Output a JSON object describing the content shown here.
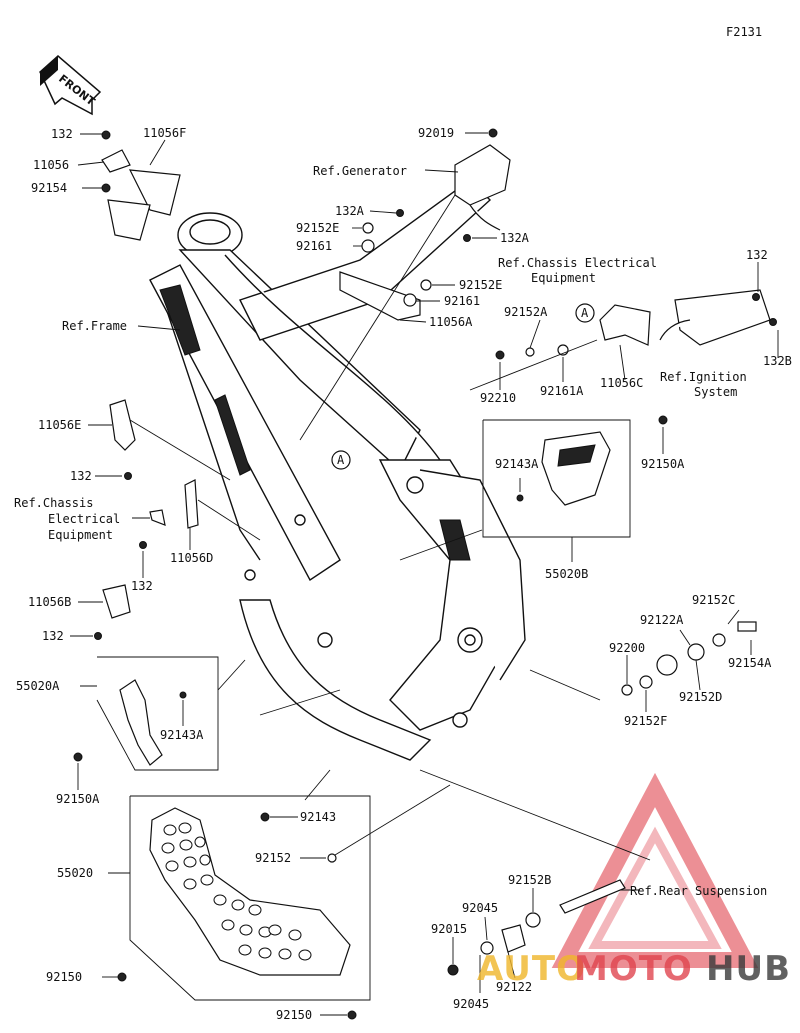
{
  "figure_code": "F2131",
  "front_label": "FRONT",
  "marker_a": "A",
  "labels": {
    "l_92019": "92019",
    "l_ref_generator": "Ref.Generator",
    "l_132_top": "132",
    "l_11056F": "11056F",
    "l_11056": "11056",
    "l_92154": "92154",
    "l_132A_1": "132A",
    "l_92152E_1": "92152E",
    "l_92161_1": "92161",
    "l_132A_2": "132A",
    "l_ref_chassis_1a": "Ref.Chassis Electrical",
    "l_ref_chassis_1b": "Equipment",
    "l_92152E_2": "92152E",
    "l_92161_2": "92161",
    "l_11056A": "11056A",
    "l_ref_frame": "Ref.Frame",
    "l_132_right": "132",
    "l_92152A": "92152A",
    "l_132B": "132B",
    "l_92210": "92210",
    "l_92161A": "92161A",
    "l_11056C": "11056C",
    "l_ref_ignition_a": "Ref.Ignition",
    "l_ref_ignition_b": "System",
    "l_11056E": "11056E",
    "l_132_mid": "132",
    "l_92143A_1": "92143A",
    "l_92150A_1": "92150A",
    "l_ref_chassis_2a": "Ref.Chassis",
    "l_ref_chassis_2b": "Electrical",
    "l_ref_chassis_2c": "Equipment",
    "l_11056D": "11056D",
    "l_132_left": "132",
    "l_55020B": "55020B",
    "l_11056B": "11056B",
    "l_132_low": "132",
    "l_92152C": "92152C",
    "l_92122A": "92122A",
    "l_92200": "92200",
    "l_92154A": "92154A",
    "l_55020A": "55020A",
    "l_92143A_2": "92143A",
    "l_92152F": "92152F",
    "l_92152D": "92152D",
    "l_92150A_2": "92150A",
    "l_92143": "92143",
    "l_92152": "92152",
    "l_55020": "55020",
    "l_92152B": "92152B",
    "l_ref_rear_susp": "Ref.Rear Suspension",
    "l_92045_1": "92045",
    "l_92015": "92015",
    "l_92150_1": "92150",
    "l_92122": "92122",
    "l_92045_2": "92045",
    "l_92150_2": "92150"
  },
  "watermark": {
    "text_a": "AUTO",
    "text_b": "MOTO",
    "text_c": "HUB",
    "color_red": "#e0454f",
    "color_gold": "#f0b62a",
    "color_dark": "#3a3a3a"
  }
}
